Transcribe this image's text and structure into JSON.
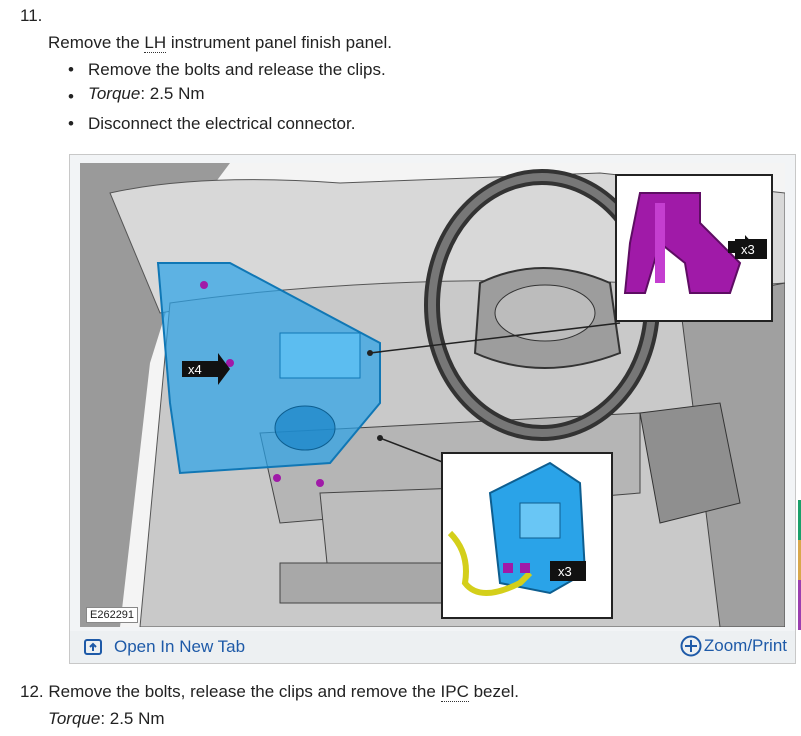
{
  "step11": {
    "number": "11.",
    "text_before": "Remove the ",
    "abbr": "LH",
    "text_after": " instrument panel finish panel.",
    "bullets": [
      "Remove the bolts and release the clips.",
      "Disconnect the electrical connector."
    ],
    "torque_label": "Torque",
    "torque_value": ": 2.5 Nm"
  },
  "figure": {
    "id": "E262291",
    "callout_bolts": "x4",
    "callout_clips": "x3",
    "callout_connector": "x3",
    "open_tab_label": "Open In New Tab",
    "zoom_label": "Zoom/Print",
    "icons": [
      "open-new-tab-icon",
      "zoom-plus-icon"
    ],
    "highlight_color": "#2aa3e8",
    "clip_color": "#a01aa8",
    "harness_color": "#d4cf1a",
    "link_color": "#1e5aa8"
  },
  "step12": {
    "prefix": "12. Remove the bolts, release the clips and remove the ",
    "abbr": "IPC",
    "suffix": " bezel.",
    "torque_label": "Torque",
    "torque_value": ": 2.5 Nm"
  }
}
